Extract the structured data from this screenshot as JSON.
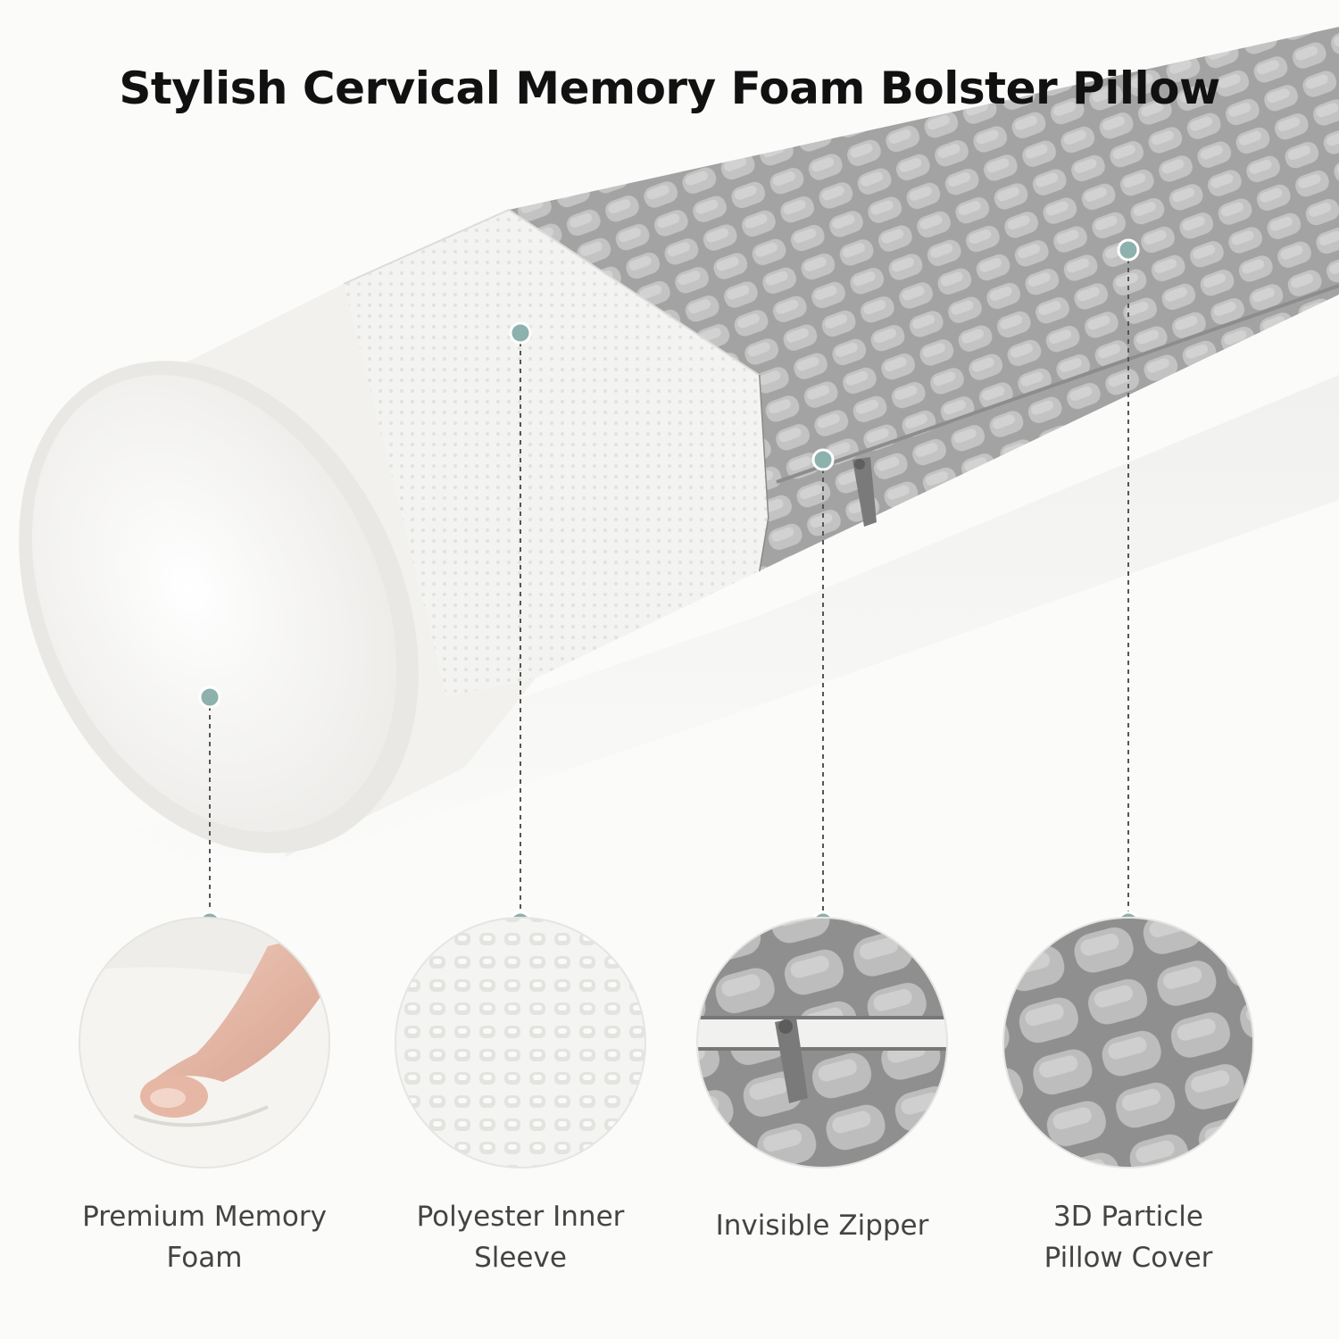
{
  "title": "Stylish Cervical Memory Foam Bolster Pillow",
  "colors": {
    "background": "#fbfbfa",
    "foam": "#f1f0ee",
    "sleeve": "#f6f6f4",
    "cover": "#a9a9a9",
    "cover_tuft": "#c4c4c4",
    "marker": "#8db1ad",
    "title_text": "#111111",
    "label_text": "#444444"
  },
  "features": [
    {
      "label": "Premium Memory\nFoam"
    },
    {
      "label": "Polyester Inner\nSleeve"
    },
    {
      "label": "Invisible Zipper"
    },
    {
      "label": "3D Particle\nPillow Cover"
    }
  ]
}
